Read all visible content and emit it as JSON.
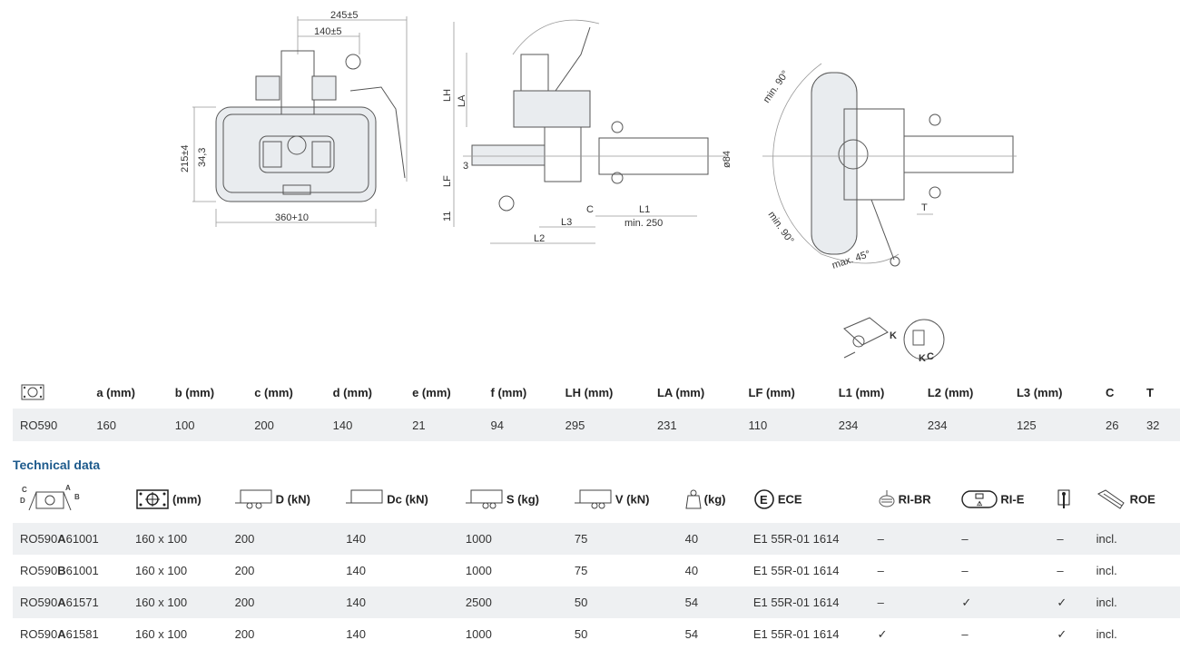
{
  "drawings": {
    "front_view": {
      "dims": [
        "245±5",
        "140±5",
        "215±4",
        "34,3",
        "360+10"
      ]
    },
    "side_view": {
      "dims": [
        "LH",
        "LA",
        "3",
        "LF",
        "11",
        "L3",
        "C",
        "L1",
        "min. 250",
        "L2",
        "ø84"
      ]
    },
    "top_view": {
      "dims": [
        "min. 90°",
        "min. 90°",
        "max. 45°",
        "T"
      ]
    },
    "detail_view": {
      "labels": [
        "K",
        "K",
        "C"
      ]
    }
  },
  "dimensions_table": {
    "headers": [
      "a (mm)",
      "b (mm)",
      "c (mm)",
      "d (mm)",
      "e (mm)",
      "f (mm)",
      "LH (mm)",
      "LA (mm)",
      "LF (mm)",
      "L1 (mm)",
      "L2 (mm)",
      "L3 (mm)",
      "C",
      "T"
    ],
    "icon": "flange-pattern-icon",
    "rows": [
      [
        "RO590",
        "160",
        "100",
        "200",
        "140",
        "21",
        "94",
        "295",
        "231",
        "110",
        "234",
        "234",
        "125",
        "26",
        "32"
      ]
    ]
  },
  "technical_data": {
    "title": "Technical data",
    "headers": [
      {
        "icon": "coupling-abcd-icon",
        "label": ""
      },
      {
        "icon": "flange-icon",
        "label": "(mm)"
      },
      {
        "icon": "trailer-icon",
        "label": "D (kN)"
      },
      {
        "icon": "trailer-icon",
        "label": "Dc (kN)"
      },
      {
        "icon": "trailer-icon",
        "label": "S (kg)"
      },
      {
        "icon": "trailer-icon",
        "label": "V (kN)"
      },
      {
        "icon": "weight-icon",
        "label": "(kg)"
      },
      {
        "icon": "e-mark-icon",
        "label": "ECE"
      },
      {
        "icon": "remote-icon",
        "label": "RI-BR"
      },
      {
        "icon": "electronic-indicator-icon",
        "label": "RI-E"
      },
      {
        "icon": "lever-icon",
        "label": ""
      },
      {
        "icon": "bolt-icon",
        "label": "ROE"
      }
    ],
    "rows": [
      {
        "code_prefix": "RO590",
        "code_bold": "A",
        "code_suffix": "61001",
        "flange": "160 x 100",
        "D": "200",
        "Dc": "140",
        "S": "1000",
        "V": "75",
        "weight": "40",
        "ece": "E1 55R-01 1614",
        "ri_br": "–",
        "ri_e": "–",
        "lever": "–",
        "roe": "incl."
      },
      {
        "code_prefix": "RO590",
        "code_bold": "B",
        "code_suffix": "61001",
        "flange": "160 x 100",
        "D": "200",
        "Dc": "140",
        "S": "1000",
        "V": "75",
        "weight": "40",
        "ece": "E1 55R-01 1614",
        "ri_br": "–",
        "ri_e": "–",
        "lever": "–",
        "roe": "incl."
      },
      {
        "code_prefix": "RO590",
        "code_bold": "A",
        "code_suffix": "61571",
        "flange": "160 x 100",
        "D": "200",
        "Dc": "140",
        "S": "2500",
        "V": "50",
        "weight": "54",
        "ece": "E1 55R-01 1614",
        "ri_br": "–",
        "ri_e": "✓",
        "lever": "✓",
        "roe": "incl."
      },
      {
        "code_prefix": "RO590",
        "code_bold": "A",
        "code_suffix": "61581",
        "flange": "160 x 100",
        "D": "200",
        "Dc": "140",
        "S": "1000",
        "V": "50",
        "weight": "54",
        "ece": "E1 55R-01 1614",
        "ri_br": "✓",
        "ri_e": "–",
        "lever": "✓",
        "roe": "incl."
      }
    ]
  }
}
